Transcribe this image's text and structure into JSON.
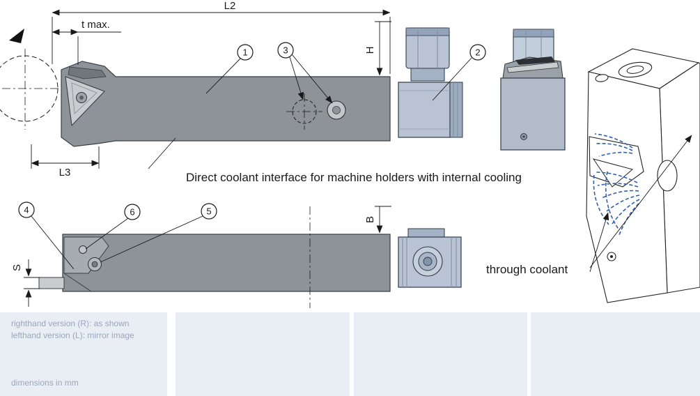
{
  "drawing": {
    "dimensions": {
      "l2": "L2",
      "t_max": "t max.",
      "l3": "L3",
      "h": "H",
      "b": "B",
      "s": "S"
    },
    "callouts": {
      "c1": "1",
      "c2": "2",
      "c3": "3",
      "c4": "4",
      "c5": "5",
      "c6": "6"
    },
    "notes": {
      "coolant_interface": "Direct coolant interface for machine holders with internal cooling",
      "through_coolant": "through coolant"
    }
  },
  "footer": {
    "righthand": "righthand version (R): as shown",
    "lefthand": "lefthand version (L): mirror image",
    "units": "dimensions in mm"
  },
  "colors": {
    "shank": "#8d9398",
    "insert": "#cacdd0",
    "connector": "#b9c3d3",
    "coolant_spray": "#2f5fad",
    "footer_box": "#e9eef5",
    "footer_text": "#9aa6bc"
  }
}
